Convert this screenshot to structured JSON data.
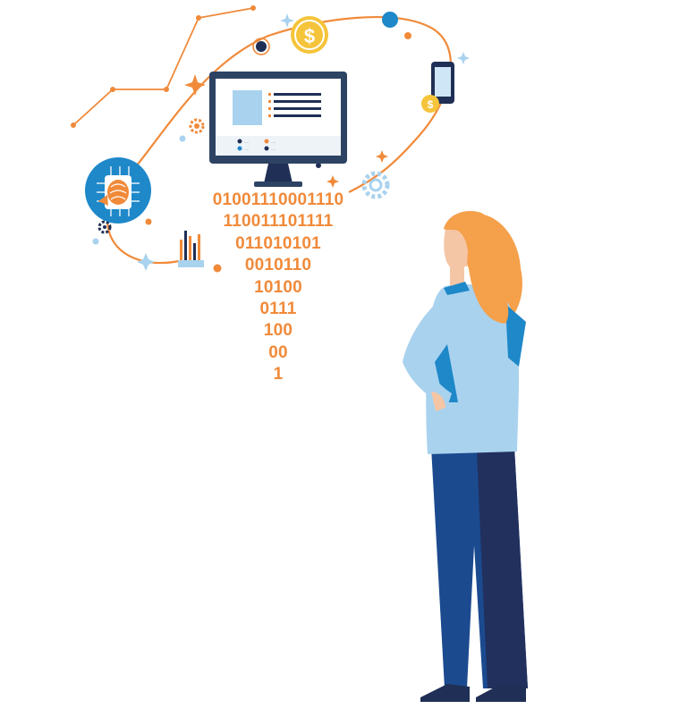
{
  "binary_lines": [
    "01001110001110",
    "110011101111",
    "011010101",
    "0010110",
    "10100",
    "0111",
    "100",
    "00",
    "1"
  ],
  "monitor_screen": {
    "legend": [
      "....",
      "....",
      "....",
      "...."
    ]
  },
  "icons": [
    "line-chart-icon",
    "coin-icon",
    "gear-icon",
    "chip-brain-icon",
    "smartphone-icon",
    "bar-chart-icon",
    "sparkle-icon",
    "globe-icon"
  ],
  "colors": {
    "accent_orange": "#f08a3a",
    "accent_blue": "#1e88c9",
    "light_blue": "#a9d2ee",
    "navy": "#1f2f55",
    "coin_gold": "#f5c43a",
    "hair": "#f5a04a"
  }
}
